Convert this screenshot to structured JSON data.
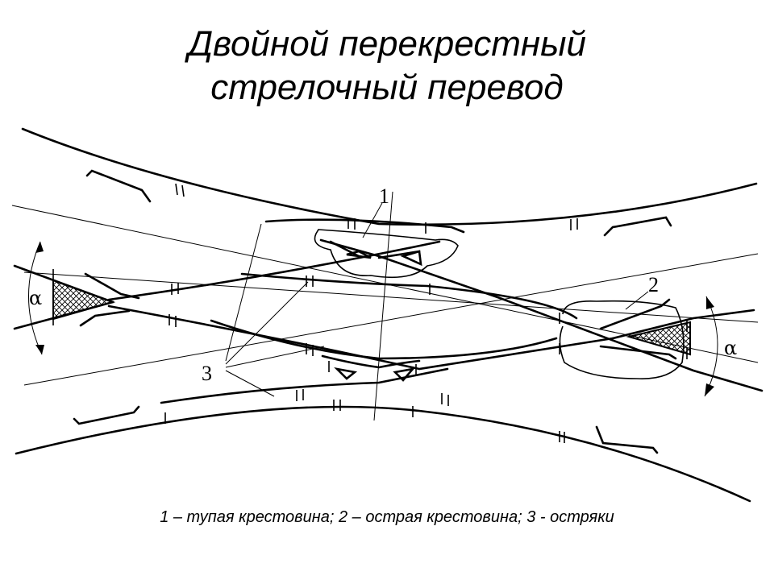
{
  "title": {
    "line1": "Двойной перекрестный",
    "line2": "стрелочный перевод"
  },
  "labels": {
    "blunt_frog_number": "1",
    "sharp_frog_number": "2",
    "switch_points_number": "3",
    "angle_left": "α",
    "angle_right": "α"
  },
  "caption": "1 – тупая крестовина; 2 – острая крестовина; 3 - остряки"
}
